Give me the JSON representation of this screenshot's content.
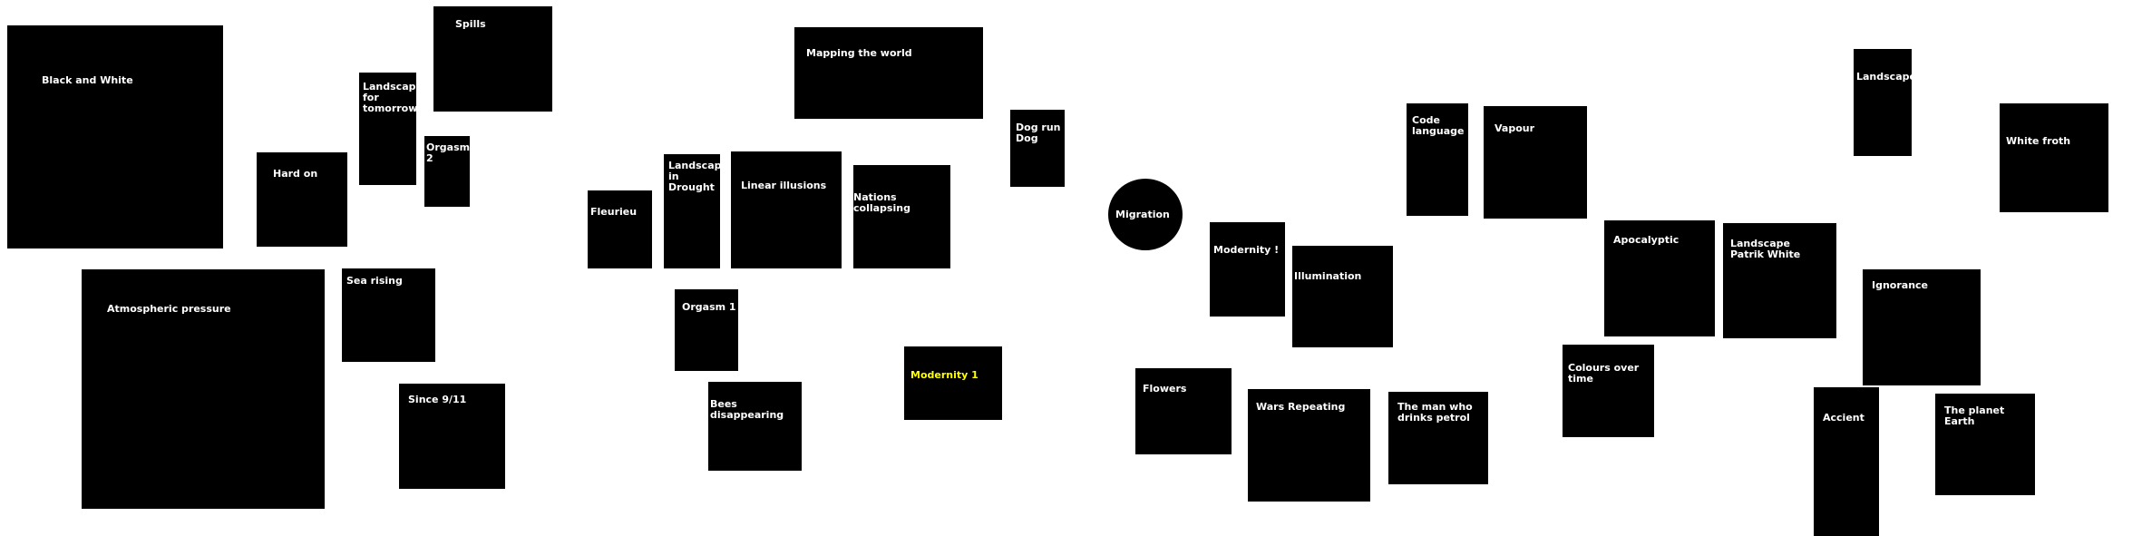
{
  "colors": {
    "tile": "#000000",
    "label": "#ffffff",
    "highlight_label": "#ffff00",
    "background": "#ffffff"
  },
  "tiles": [
    {
      "id": "black-and-white",
      "label": "Black and White"
    },
    {
      "id": "atmospheric-pressure",
      "label": "Atmospheric pressure"
    },
    {
      "id": "hard-on",
      "label": "Hard on"
    },
    {
      "id": "landscape-for-tomorrow",
      "label": "Landscape\nfor\ntomorrow"
    },
    {
      "id": "spills",
      "label": "Spills"
    },
    {
      "id": "orgasm-2",
      "label": "Orgasm 2"
    },
    {
      "id": "sea-rising",
      "label": "Sea rising"
    },
    {
      "id": "since-911",
      "label": "Since 9/11"
    },
    {
      "id": "fleurieu",
      "label": "Fleurieu"
    },
    {
      "id": "landscape-in-drought",
      "label": "Landscape\nin\nDrought"
    },
    {
      "id": "linear-illusions",
      "label": "Linear illusions"
    },
    {
      "id": "mapping-the-world",
      "label": "Mapping the world"
    },
    {
      "id": "nations-collapsing",
      "label": "Nations collapsing"
    },
    {
      "id": "dog-run-dog",
      "label": "Dog run\nDog"
    },
    {
      "id": "orgasm-1",
      "label": "Orgasm 1"
    },
    {
      "id": "bees-disappearing",
      "label": "Bees disappearing"
    },
    {
      "id": "modernity-1",
      "label": "Modernity 1",
      "highlight": true
    },
    {
      "id": "migration",
      "label": "Migration",
      "shape": "circle"
    },
    {
      "id": "modernity-excl",
      "label": "Modernity !"
    },
    {
      "id": "illumination",
      "label": "Illumination"
    },
    {
      "id": "flowers",
      "label": "Flowers"
    },
    {
      "id": "wars-repeating",
      "label": "Wars Repeating"
    },
    {
      "id": "the-man-who-drinks-petrol",
      "label": "The man who\ndrinks petrol"
    },
    {
      "id": "code-language",
      "label": "Code\nlanguage"
    },
    {
      "id": "vapour",
      "label": "Vapour"
    },
    {
      "id": "apocalyptic",
      "label": "Apocalyptic"
    },
    {
      "id": "colours-over-time",
      "label": "Colours over\ntime"
    },
    {
      "id": "landscape-patrik-white",
      "label": "Landscape\nPatrik White"
    },
    {
      "id": "landscape",
      "label": "Landscape"
    },
    {
      "id": "ignorance",
      "label": "Ignorance"
    },
    {
      "id": "accient",
      "label": "Accient"
    },
    {
      "id": "white-froth",
      "label": "White froth"
    },
    {
      "id": "the-planet-earth",
      "label": "The planet Earth"
    }
  ]
}
